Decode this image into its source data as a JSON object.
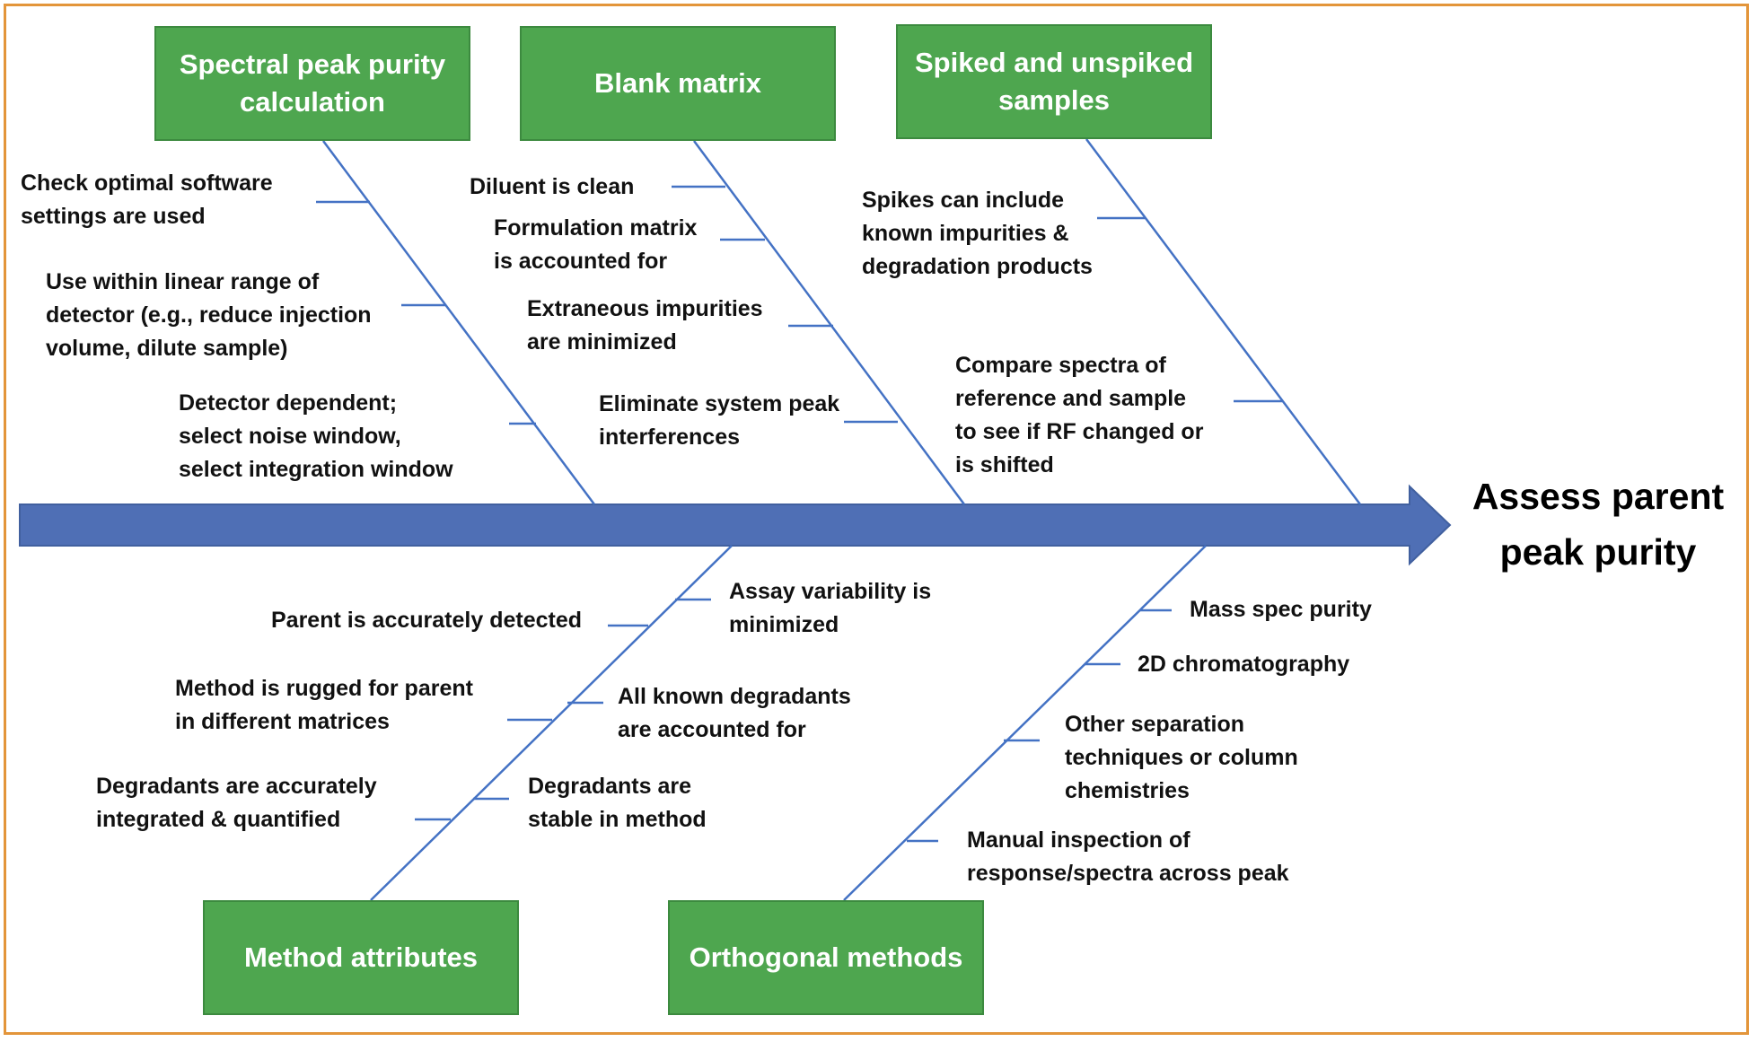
{
  "colors": {
    "spine": "#4F6FB5",
    "bone": "#4472C4",
    "category_fill": "#4EA64F",
    "frame": "#E3953A"
  },
  "effect": "Assess parent\npeak purity",
  "categories": {
    "spectral": "Spectral peak purity\ncalculation",
    "blank": "Blank matrix",
    "spiked": "Spiked and unspiked\nsamples",
    "method": "Method attributes",
    "orthogonal": "Orthogonal methods"
  },
  "causes": {
    "spectral": [
      "Check optimal software\nsettings are used",
      "Use within linear range of\ndetector (e.g., reduce injection\nvolume, dilute sample)",
      "Detector dependent;\nselect noise window,\nselect integration window"
    ],
    "blank": [
      "Diluent is clean",
      "Formulation matrix\nis accounted for",
      "Extraneous impurities\nare minimized",
      "Eliminate system peak\ninterferences"
    ],
    "spiked": [
      "Spikes can include\nknown impurities &\ndegradation products",
      "Compare spectra of\nreference and sample\nto see if RF changed or\nis shifted"
    ],
    "method_left": [
      "Parent is accurately detected",
      "Method is rugged for parent\nin different matrices",
      "Degradants are accurately\nintegrated & quantified"
    ],
    "method_right": [
      "Assay variability is\nminimized",
      "All known degradants\nare accounted for",
      "Degradants are\nstable in method"
    ],
    "orthogonal": [
      "Mass spec purity",
      "2D chromatography",
      "Other separation\ntechniques or column\nchemistries",
      "Manual inspection of\nresponse/spectra across peak"
    ]
  }
}
